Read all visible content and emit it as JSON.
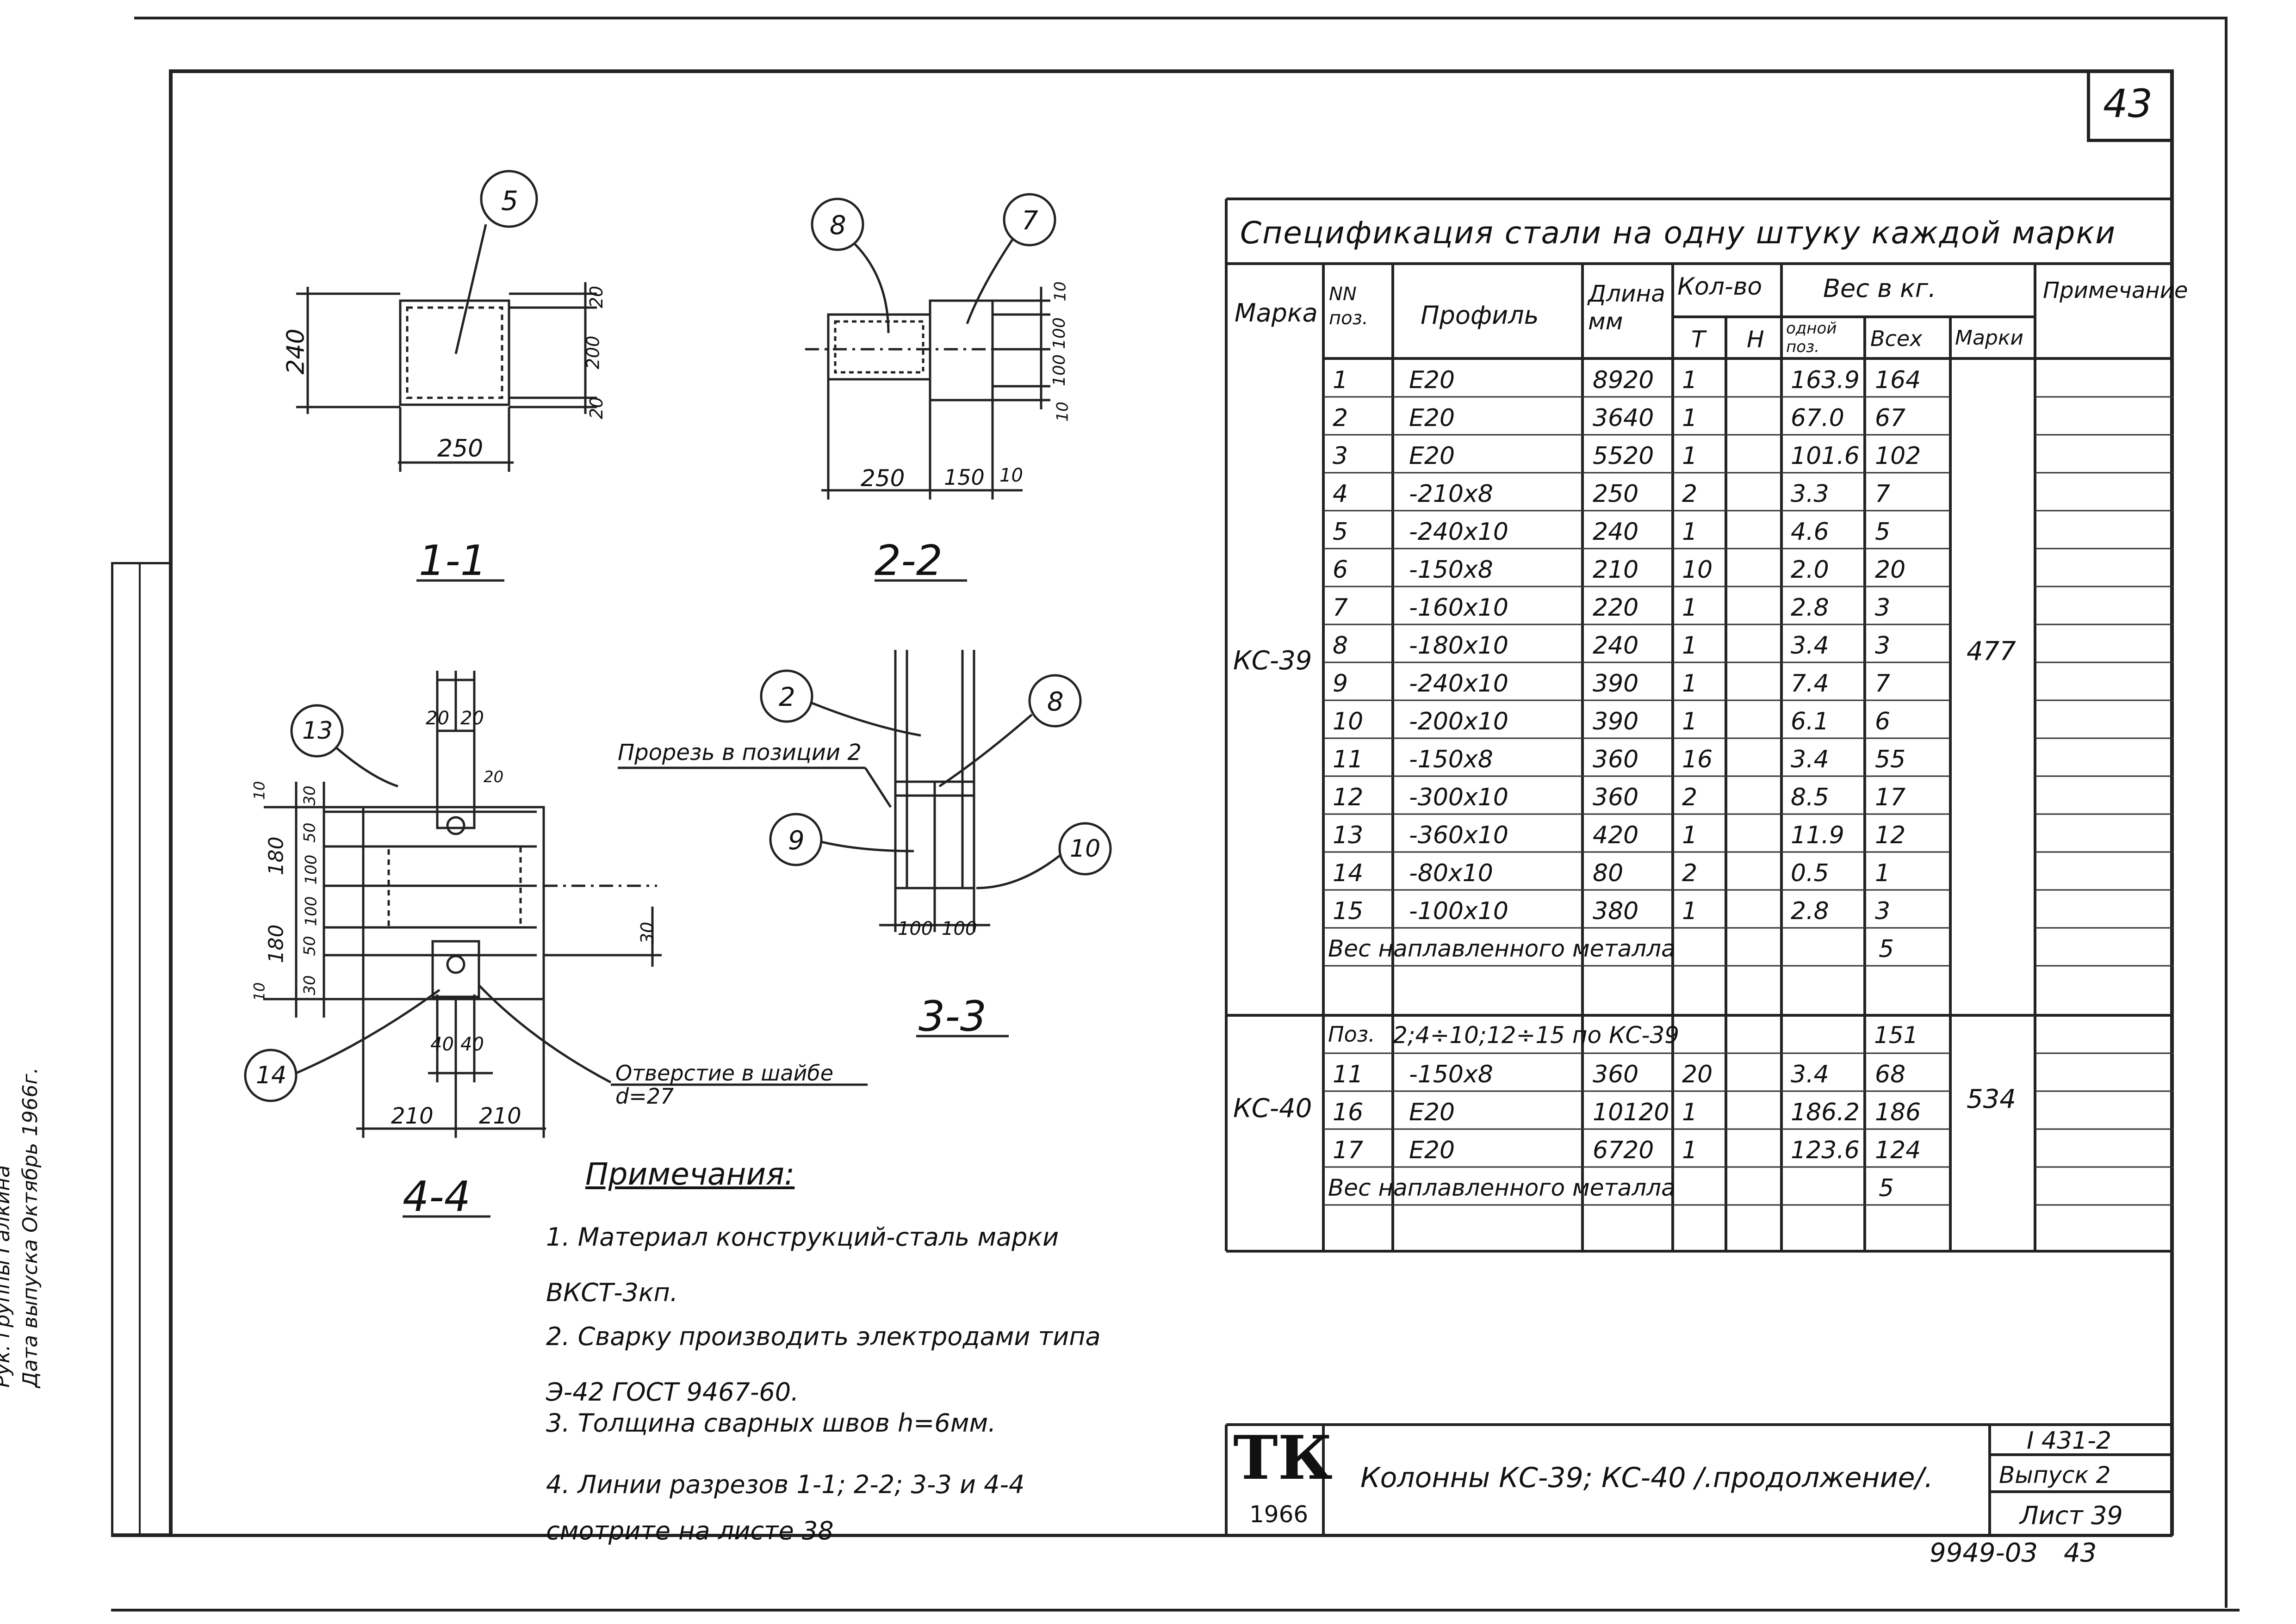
{
  "sheet_corner_number": "43",
  "spec": {
    "title": "Спецификация стали на одну штуку каждой марки",
    "headers": {
      "marka": "Марка",
      "pos": "NN поз.",
      "profile": "Профиль",
      "length": "Длина мм",
      "qty": "Кол-во",
      "qty_t": "Т",
      "qty_n": "Н",
      "weight": "Вес в кг.",
      "w_one": "одной поз.",
      "w_all": "Всех",
      "w_mark": "Марки",
      "note": "Примечание"
    },
    "groups": [
      {
        "marka": "КС-39",
        "mark_weight": "477",
        "rows": [
          {
            "pos": "1",
            "profile": "Е20",
            "length": "8920",
            "t": "1",
            "n": "",
            "one": "163.9",
            "all": "164"
          },
          {
            "pos": "2",
            "profile": "Е20",
            "length": "3640",
            "t": "1",
            "n": "",
            "one": "67.0",
            "all": "67"
          },
          {
            "pos": "3",
            "profile": "Е20",
            "length": "5520",
            "t": "1",
            "n": "",
            "one": "101.6",
            "all": "102"
          },
          {
            "pos": "4",
            "profile": "-210x8",
            "length": "250",
            "t": "2",
            "n": "",
            "one": "3.3",
            "all": "7"
          },
          {
            "pos": "5",
            "profile": "-240x10",
            "length": "240",
            "t": "1",
            "n": "",
            "one": "4.6",
            "all": "5"
          },
          {
            "pos": "6",
            "profile": "-150x8",
            "length": "210",
            "t": "10",
            "n": "",
            "one": "2.0",
            "all": "20"
          },
          {
            "pos": "7",
            "profile": "-160x10",
            "length": "220",
            "t": "1",
            "n": "",
            "one": "2.8",
            "all": "3"
          },
          {
            "pos": "8",
            "profile": "-180x10",
            "length": "240",
            "t": "1",
            "n": "",
            "one": "3.4",
            "all": "3"
          },
          {
            "pos": "9",
            "profile": "-240x10",
            "length": "390",
            "t": "1",
            "n": "",
            "one": "7.4",
            "all": "7"
          },
          {
            "pos": "10",
            "profile": "-200x10",
            "length": "390",
            "t": "1",
            "n": "",
            "one": "6.1",
            "all": "6"
          },
          {
            "pos": "11",
            "profile": "-150x8",
            "length": "360",
            "t": "16",
            "n": "",
            "one": "3.4",
            "all": "55"
          },
          {
            "pos": "12",
            "profile": "-300x10",
            "length": "360",
            "t": "2",
            "n": "",
            "one": "8.5",
            "all": "17"
          },
          {
            "pos": "13",
            "profile": "-360x10",
            "length": "420",
            "t": "1",
            "n": "",
            "one": "11.9",
            "all": "12"
          },
          {
            "pos": "14",
            "profile": "-80x10",
            "length": "80",
            "t": "2",
            "n": "",
            "one": "0.5",
            "all": "1"
          },
          {
            "pos": "15",
            "profile": "-100x10",
            "length": "380",
            "t": "1",
            "n": "",
            "one": "2.8",
            "all": "3"
          }
        ],
        "weld_label": "Вес наплавленного металла",
        "weld_all": "5"
      },
      {
        "marka": "КС-40",
        "mark_weight": "534",
        "ref_pos": "Поз.",
        "ref_text": "2;4÷10;12÷15 по КС-39",
        "ref_all": "151",
        "rows": [
          {
            "pos": "11",
            "profile": "-150x8",
            "length": "360",
            "t": "20",
            "n": "",
            "one": "3.4",
            "all": "68"
          },
          {
            "pos": "16",
            "profile": "Е20",
            "length": "10120",
            "t": "1",
            "n": "",
            "one": "186.2",
            "all": "186"
          },
          {
            "pos": "17",
            "profile": "Е20",
            "length": "6720",
            "t": "1",
            "n": "",
            "one": "123.6",
            "all": "124"
          }
        ],
        "weld_label": "Вес наплавленного металла",
        "weld_all": "5"
      }
    ]
  },
  "sections": {
    "s11": {
      "label": "1-1",
      "callout": "5",
      "dims": {
        "h_total": "240",
        "w": "250",
        "r1": "20",
        "r2": "200",
        "r3": "20"
      }
    },
    "s22": {
      "label": "2-2",
      "callouts": [
        "8",
        "7"
      ],
      "dims": {
        "w1": "250",
        "w2": "150",
        "w3": "10",
        "r1": "10",
        "r2": "100",
        "r3": "100",
        "r4": "10"
      }
    },
    "s33": {
      "label": "3-3",
      "callouts": [
        "2",
        "8",
        "9",
        "10"
      ],
      "note": "Прорезь в позиции 2",
      "dims": {
        "w1": "100",
        "w2": "100"
      }
    },
    "s44": {
      "label": "4-4",
      "callouts": [
        "13",
        "14"
      ],
      "hole_note": "Отверстие в шайбе d=27",
      "dims": {
        "top1": "20",
        "top2": "20",
        "t20": "20",
        "l10a": "10",
        "l30a": "30",
        "l180a": "180",
        "l50a": "50",
        "l100a": "100",
        "l100b": "100",
        "l50b": "50",
        "l180b": "180",
        "l30b": "30",
        "l10b": "10",
        "r30": "30",
        "b40a": "40",
        "b40b": "40",
        "b210a": "210",
        "b210b": "210"
      }
    }
  },
  "notes": {
    "title": "Примечания:",
    "items": [
      "1. Материал конструкций-сталь марки ВКСТ-3кп.",
      "2. Сварку производить электродами типа Э-42 ГОСТ 9467-60.",
      "3. Толщина сварных швов h=6мм.",
      "4. Линии разрезов 1-1; 2-2; 3-3 и 4-4 смотрите на листе 38"
    ]
  },
  "left_strip": {
    "row1": "Рук. группы",
    "row1_name": "Галкина",
    "row2": "Дата выпуска",
    "row2_date": "Октябрь 1966г."
  },
  "title_block": {
    "logo": "ТК",
    "logo_year": "1966",
    "title": "Колонны КС-39; КС-40 /.продолжение/.",
    "series": "I 431-2",
    "issue": "Выпуск 2",
    "sheet": "Лист 39"
  },
  "bottom_code": "9949-03",
  "bottom_page": "43"
}
